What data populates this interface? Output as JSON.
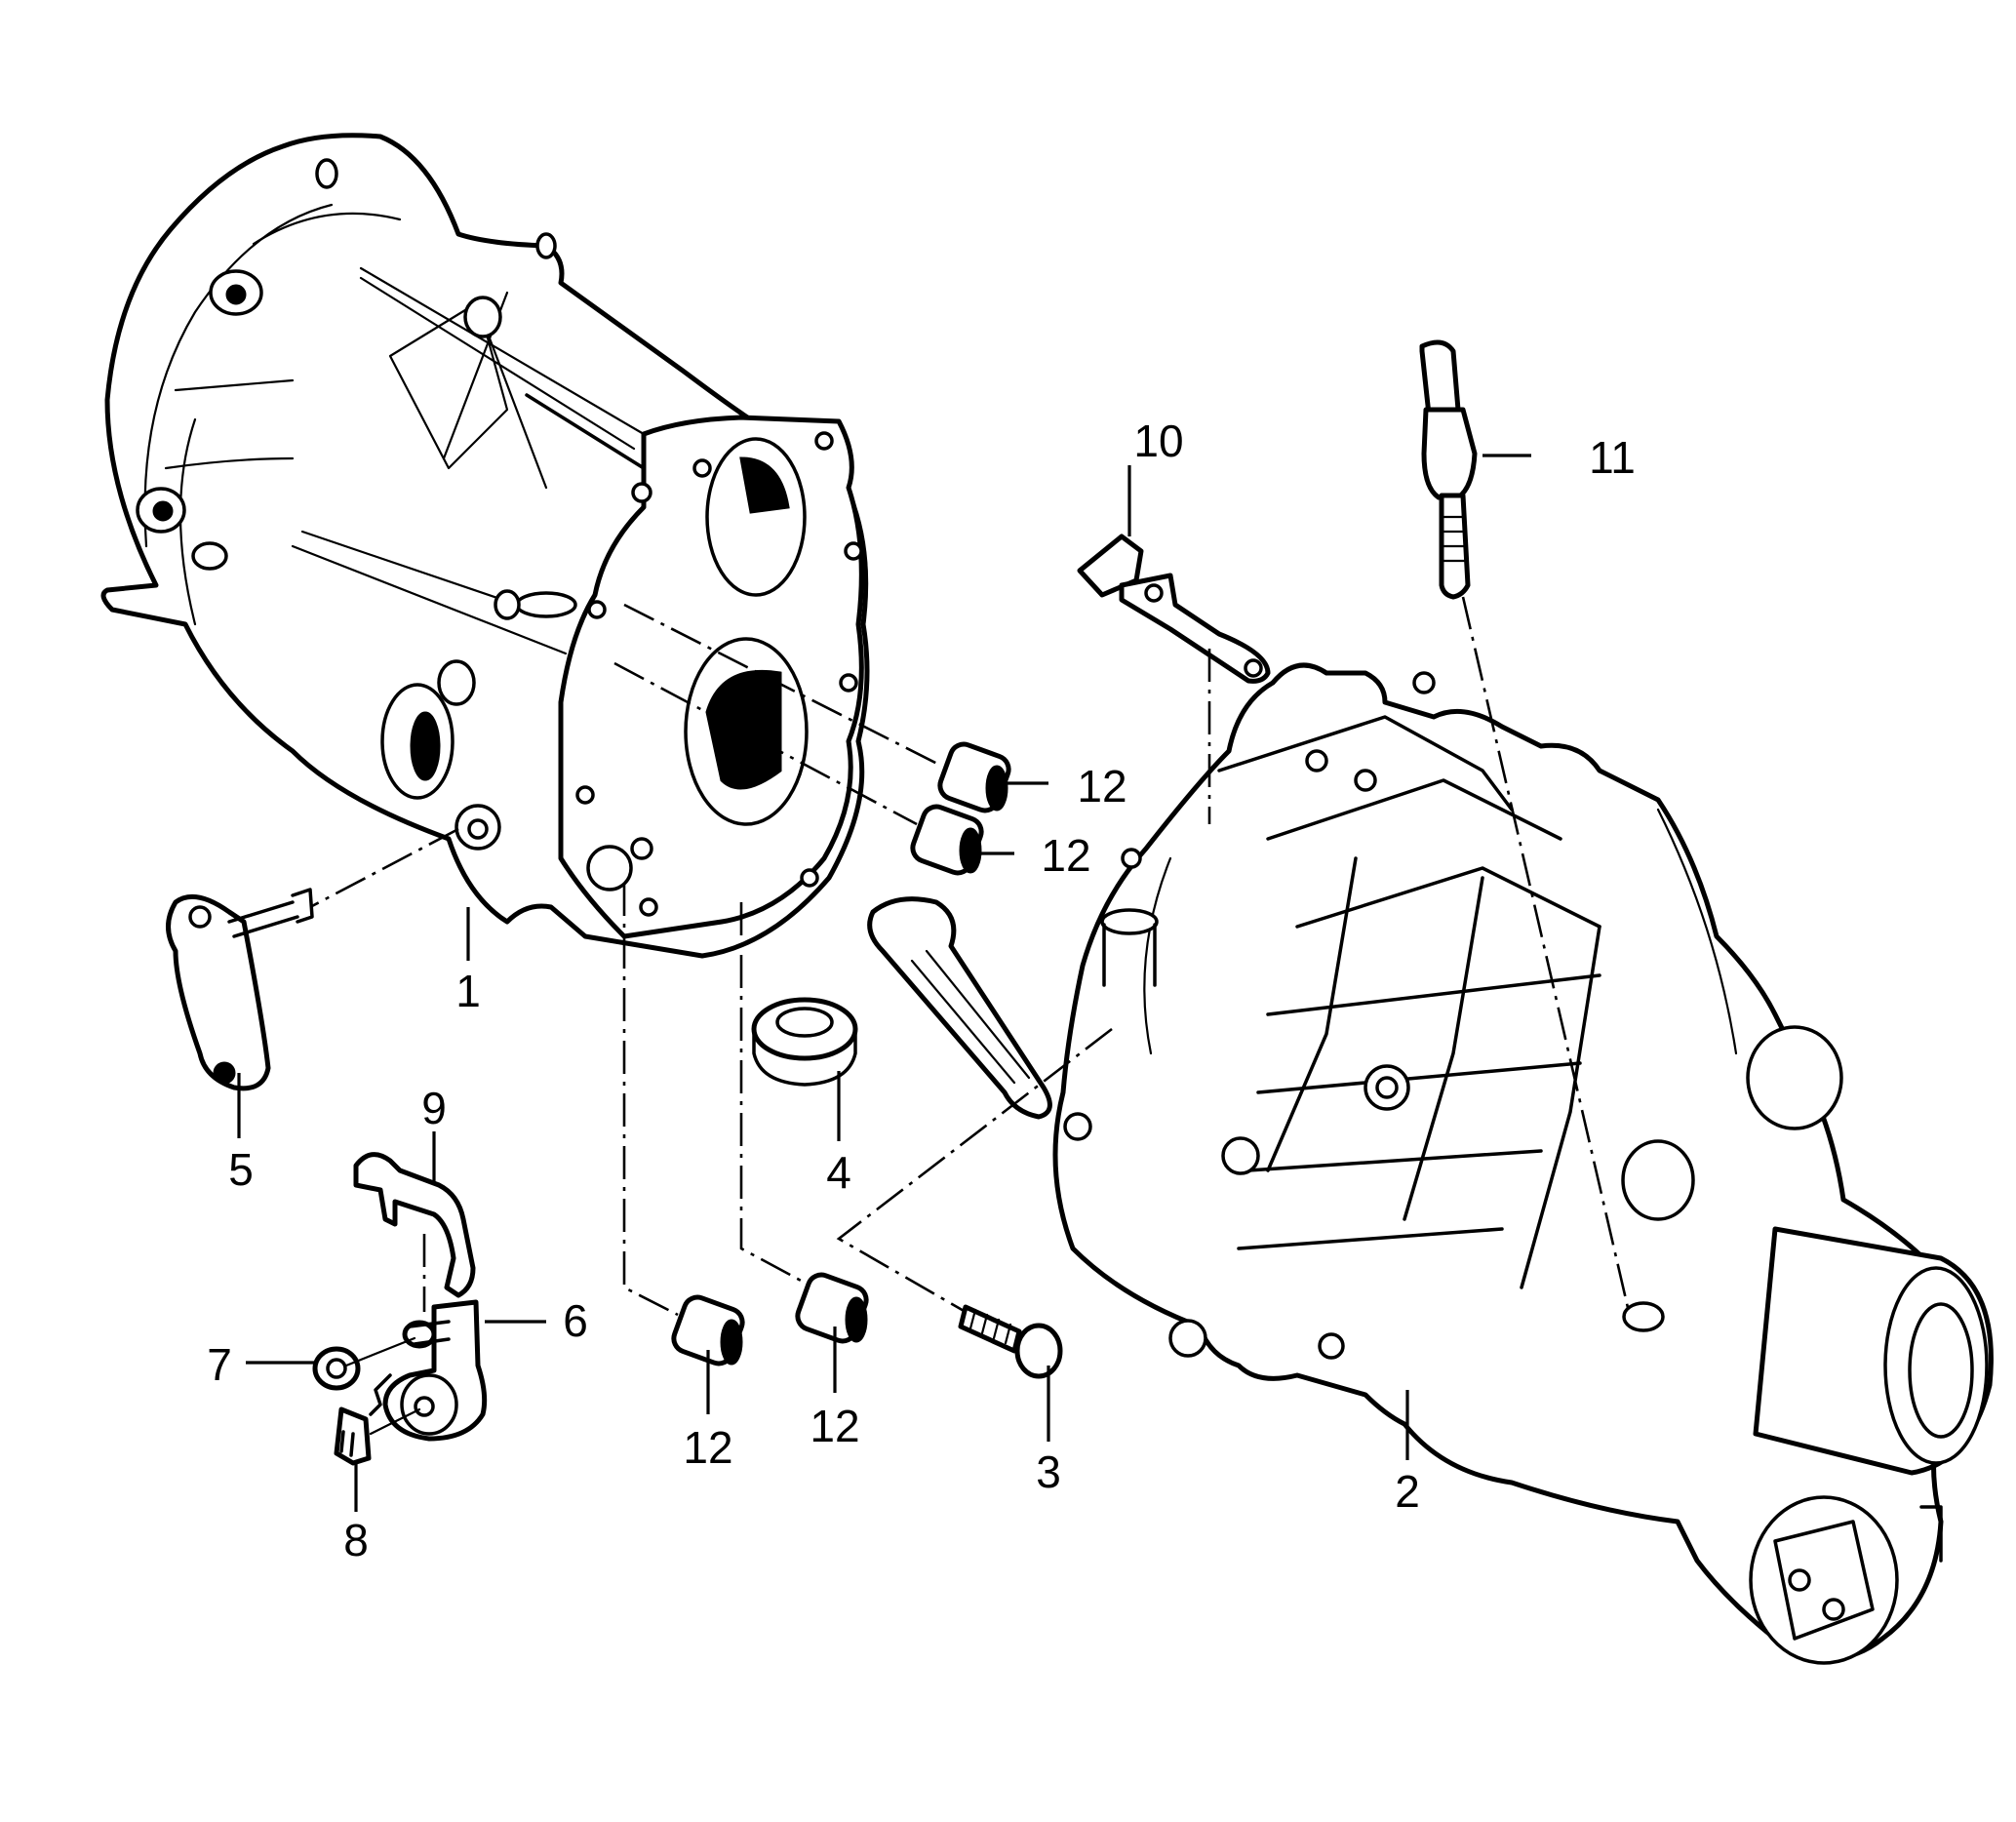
{
  "diagram": {
    "type": "exploded parts diagram",
    "subject": "transmission housing assembly",
    "background_color": "#ffffff",
    "line_color": "#000000",
    "callouts": [
      {
        "id": "callout-1",
        "text": "1",
        "part": "front transmission housing (bell housing)"
      },
      {
        "id": "callout-2",
        "text": "2",
        "part": "rear transmission case"
      },
      {
        "id": "callout-3",
        "text": "3",
        "part": "flange bolt"
      },
      {
        "id": "callout-4",
        "text": "4",
        "part": "seal ring"
      },
      {
        "id": "callout-5",
        "text": "5",
        "part": "lever with shaft"
      },
      {
        "id": "callout-6",
        "text": "6",
        "part": "selector lever"
      },
      {
        "id": "callout-7",
        "text": "7",
        "part": "bushing"
      },
      {
        "id": "callout-8",
        "text": "8",
        "part": "clip"
      },
      {
        "id": "callout-9",
        "text": "9",
        "part": "spring bracket"
      },
      {
        "id": "callout-10",
        "text": "10",
        "part": "cable holder bracket"
      },
      {
        "id": "callout-11",
        "text": "11",
        "part": "switch / sensor"
      },
      {
        "id": "callout-12a",
        "text": "12",
        "part": "needle bearing"
      },
      {
        "id": "callout-12b",
        "text": "12",
        "part": "needle bearing"
      },
      {
        "id": "callout-12c",
        "text": "12",
        "part": "needle bearing"
      },
      {
        "id": "callout-12d",
        "text": "12",
        "part": "needle bearing"
      }
    ]
  }
}
